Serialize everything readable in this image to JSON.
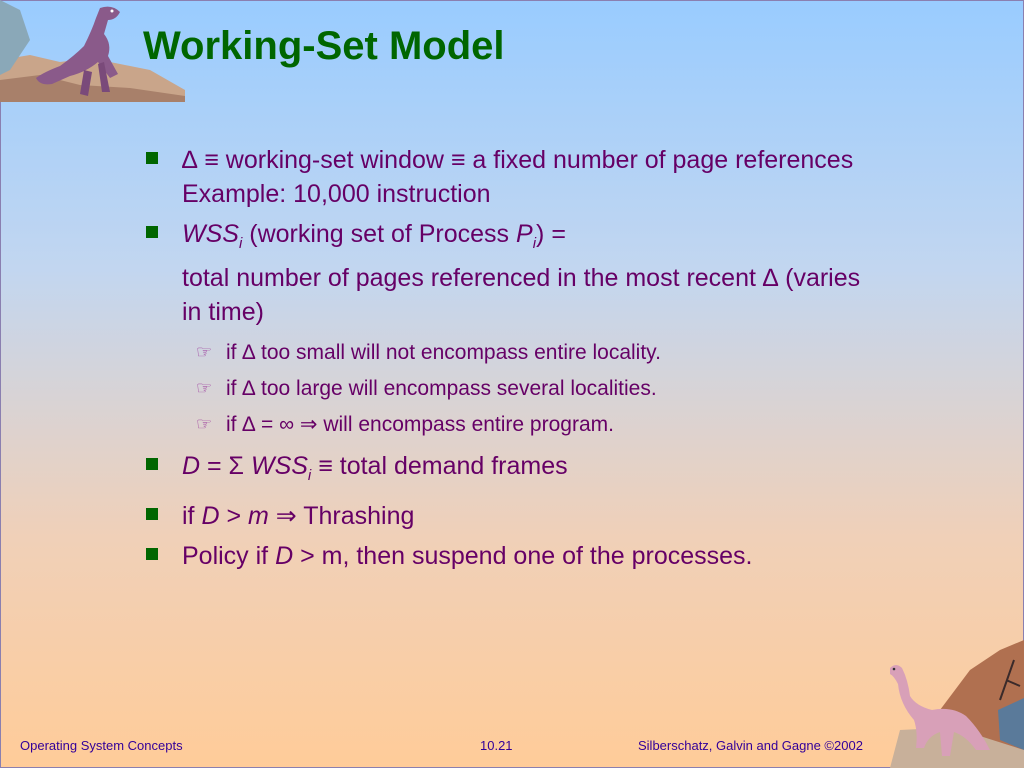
{
  "slide": {
    "title": "Working-Set Model",
    "bullets": {
      "b1": {
        "symbol_delta": "∆",
        "equiv1": "≡",
        "text1": " working-set window ",
        "equiv2": "≡",
        "text2": " a fixed number of page references",
        "example": "Example:  10,000 instruction"
      },
      "b2": {
        "wss": "WSS",
        "sub_i": "i",
        "text1": " (working set of Process ",
        "p": "P",
        "sub_i2": "i",
        "text2": ") =",
        "line2": "total number of pages referenced in the most recent ∆ (varies in time)",
        "subs": [
          "if ∆ too small will not encompass entire locality.",
          "if ∆ too large will encompass several localities.",
          "if ∆ = ∞ ⇒ will encompass entire program."
        ],
        "sub_marker": "☞"
      },
      "b3": {
        "d": "D",
        "text1": " = Σ ",
        "wss": "WSS",
        "sub_i": "i",
        "text2": " ≡ total demand frames"
      },
      "b4": {
        "text1": "if ",
        "d": "D",
        "text2": " > ",
        "m": "m",
        "text3": " ⇒ Thrashing"
      },
      "b5": {
        "text1": "Policy if ",
        "d": "D",
        "text2": " > m, then suspend one of the processes."
      }
    }
  },
  "footer": {
    "left": "Operating System Concepts",
    "center": "10.21",
    "right": "Silberschatz, Galvin and  Gagne ©2002"
  }
}
